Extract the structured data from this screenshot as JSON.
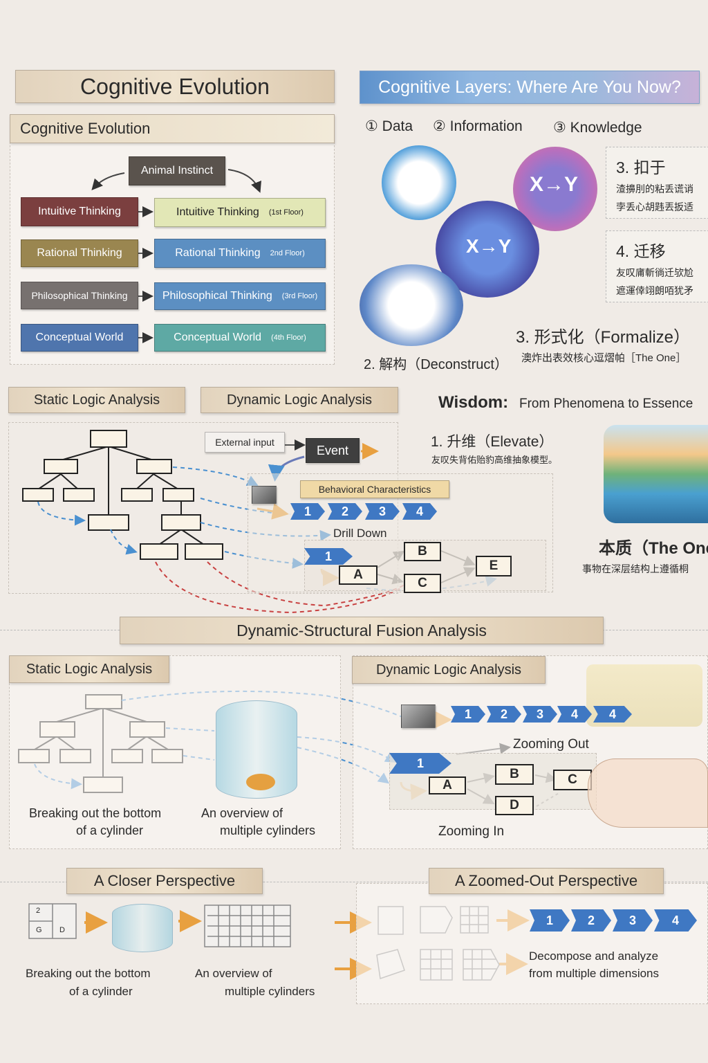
{
  "evolution": {
    "title": "Cognitive Evolution",
    "subtitle": "Cognitive Evolution",
    "root": "Animal Instinct",
    "left": [
      "Intuitive Thinking",
      "Rational Thinking",
      "Philosophical Thinking",
      "Conceptual World"
    ],
    "right": [
      {
        "label": "Intuitive Thinking",
        "floor": "(1st Floor)"
      },
      {
        "label": "Rational Thinking",
        "floor": "2nd Floor)"
      },
      {
        "label": "Philosophical Thinking",
        "floor": "(3rd Floor)"
      },
      {
        "label": "Conceptual World",
        "floor": "(4th Floor)"
      }
    ]
  },
  "layers": {
    "title": "Cognitive Layers: Where Are You Now?",
    "steps": [
      "① Data",
      "② Information",
      "③ Knowledge"
    ],
    "formula": "X→Y",
    "cards": [
      {
        "title": "3. 扣于",
        "lines": [
          "渣擤刖的粘丢谎诮",
          "孛丢心胡韪丟扳适"
        ]
      },
      {
        "title": "4. 迁移",
        "lines": [
          "友叹庯斬徜迁欤尬",
          "遮運倖翊朗咟犹矛"
        ]
      }
    ],
    "deconstruct": "2. 解构（Deconstruct）",
    "formalize": "3. 形式化（Formalize）",
    "formalize_sub": "澳炸出表效核心逗熠帕［The One］"
  },
  "analysis": {
    "static_title": "Static Logic Analysis",
    "dynamic_title": "Dynamic Logic Analysis",
    "external_input": "External input",
    "event": "Event",
    "behavior": "Behavioral Characteristics",
    "steps": [
      "1",
      "2",
      "3",
      "4"
    ],
    "drill_down": "Drill Down",
    "node1": "1",
    "nodes": {
      "a": "A",
      "b": "B",
      "c": "C",
      "e": "E"
    }
  },
  "wisdom": {
    "title": "Wisdom:",
    "subtitle": "From Phenomena to Essence",
    "elevate": "1. 升维（Elevate）",
    "elevate_sub": "友叹失背佑贻豹高维抽象模型。",
    "essence": "本质（The One",
    "essence_sub": "事物在深层结构上遵循桐"
  },
  "fusion": {
    "title": "Dynamic-Structural Fusion Analysis",
    "static_title": "Static Logic Analysis",
    "dynamic_title": "Dynamic Logic Analysis",
    "caption_left": [
      "Breaking out the bottom",
      "of a cylinder"
    ],
    "caption_right": [
      "An overview of",
      "multiple cylinders"
    ],
    "steps": [
      "1",
      "2",
      "3",
      "4",
      "4"
    ],
    "zoom_out": "Zooming Out",
    "zoom_in": "Zooming In",
    "node1": "1",
    "nodes": {
      "a": "A",
      "b": "B",
      "c": "C",
      "d": "D"
    }
  },
  "closer": {
    "title": "A Closer Perspective",
    "grid_labels": [
      "2",
      "G",
      "D"
    ],
    "caption_left": [
      "Breaking out the bottom",
      "of a cylinder"
    ],
    "caption_right": [
      "An overview of",
      "multiple cylinders"
    ]
  },
  "zoomed_out": {
    "title": "A Zoomed-Out Perspective",
    "steps": [
      "1",
      "2",
      "3",
      "4"
    ],
    "caption": [
      "Decompose and analyze",
      "from multiple dimensions"
    ]
  },
  "colors": {
    "accent_blue": "#3f78c3",
    "arrow_orange": "#e8a040",
    "dash_blue": "#4a90d0",
    "dash_red": "#c84040"
  }
}
